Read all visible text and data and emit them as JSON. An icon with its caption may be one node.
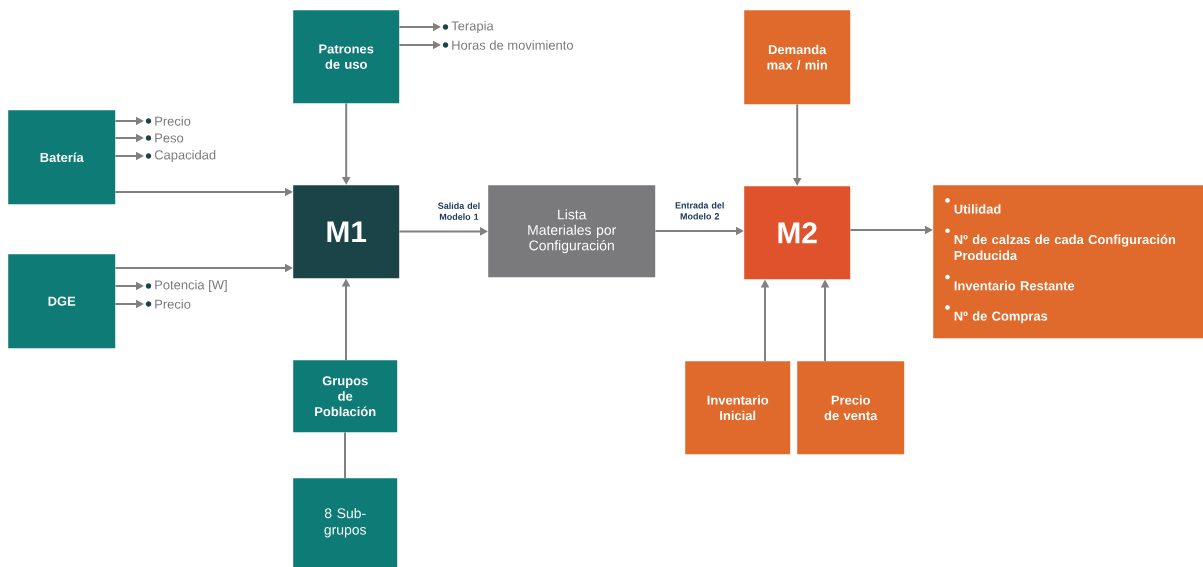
{
  "diagram": {
    "nodes": [
      {
        "text": [
          "Batería"
        ]
      },
      {
        "text": [
          "DGE"
        ]
      },
      {
        "text": [
          "Patrones de uso"
        ]
      },
      {
        "text": [
          "M1"
        ]
      },
      {
        "text": [
          "Grupos de Población"
        ]
      },
      {
        "text": [
          "8 Sub-grupos"
        ]
      },
      {
        "text": [
          "Lista Materiales por Configuración"
        ]
      },
      {
        "text": [
          "Demanda max / min"
        ]
      },
      {
        "text": [
          "M2"
        ]
      },
      {
        "text": [
          "Inventario Inicial"
        ]
      },
      {
        "text": [
          "Precio de venta"
        ]
      },
      {
        "text": [
          "Utilidad",
          "Nº de calzas de cada Configuración Producida",
          "Inventario Restante",
          "Nº de Compras"
        ]
      },
      {
        "text": [
          "Terapia"
        ]
      },
      {
        "text": [
          "Horas de movimiento"
        ]
      },
      {
        "text": [
          "Precio"
        ]
      },
      {
        "text": [
          "Peso"
        ]
      },
      {
        "text": [
          "Capacidad"
        ]
      },
      {
        "text": [
          "Potencia [W]"
        ]
      },
      {
        "text": [
          "Precio"
        ]
      }
    ],
    "edges": [
      {
        "from": 0,
        "to": 3,
        "arrow": "to"
      },
      {
        "from": 1,
        "to": 3,
        "arrow": "to"
      },
      {
        "from": 2,
        "to": 3,
        "arrow": "to"
      },
      {
        "from": 4,
        "to": 3,
        "arrow": "to"
      },
      {
        "from": 5,
        "to": 4,
        "arrow": "none"
      },
      {
        "from": 3,
        "to": 6,
        "arrow": "to",
        "label": "Salida del Modelo 1"
      },
      {
        "from": 6,
        "to": 8,
        "arrow": "to",
        "label": "Entrada del Modelo 2"
      },
      {
        "from": 7,
        "to": 8,
        "arrow": "to"
      },
      {
        "from": 9,
        "to": 8,
        "arrow": "to"
      },
      {
        "from": 10,
        "to": 8,
        "arrow": "to"
      },
      {
        "from": 8,
        "to": 11,
        "arrow": "to"
      },
      {
        "from": 2,
        "to": 12,
        "arrow": "to"
      },
      {
        "from": 2,
        "to": 13,
        "arrow": "to"
      },
      {
        "from": 0,
        "to": 14,
        "arrow": "to"
      },
      {
        "from": 0,
        "to": 15,
        "arrow": "to"
      },
      {
        "from": 0,
        "to": 16,
        "arrow": "to"
      },
      {
        "from": 1,
        "to": 17,
        "arrow": "to"
      },
      {
        "from": 1,
        "to": 18,
        "arrow": "to"
      }
    ]
  }
}
